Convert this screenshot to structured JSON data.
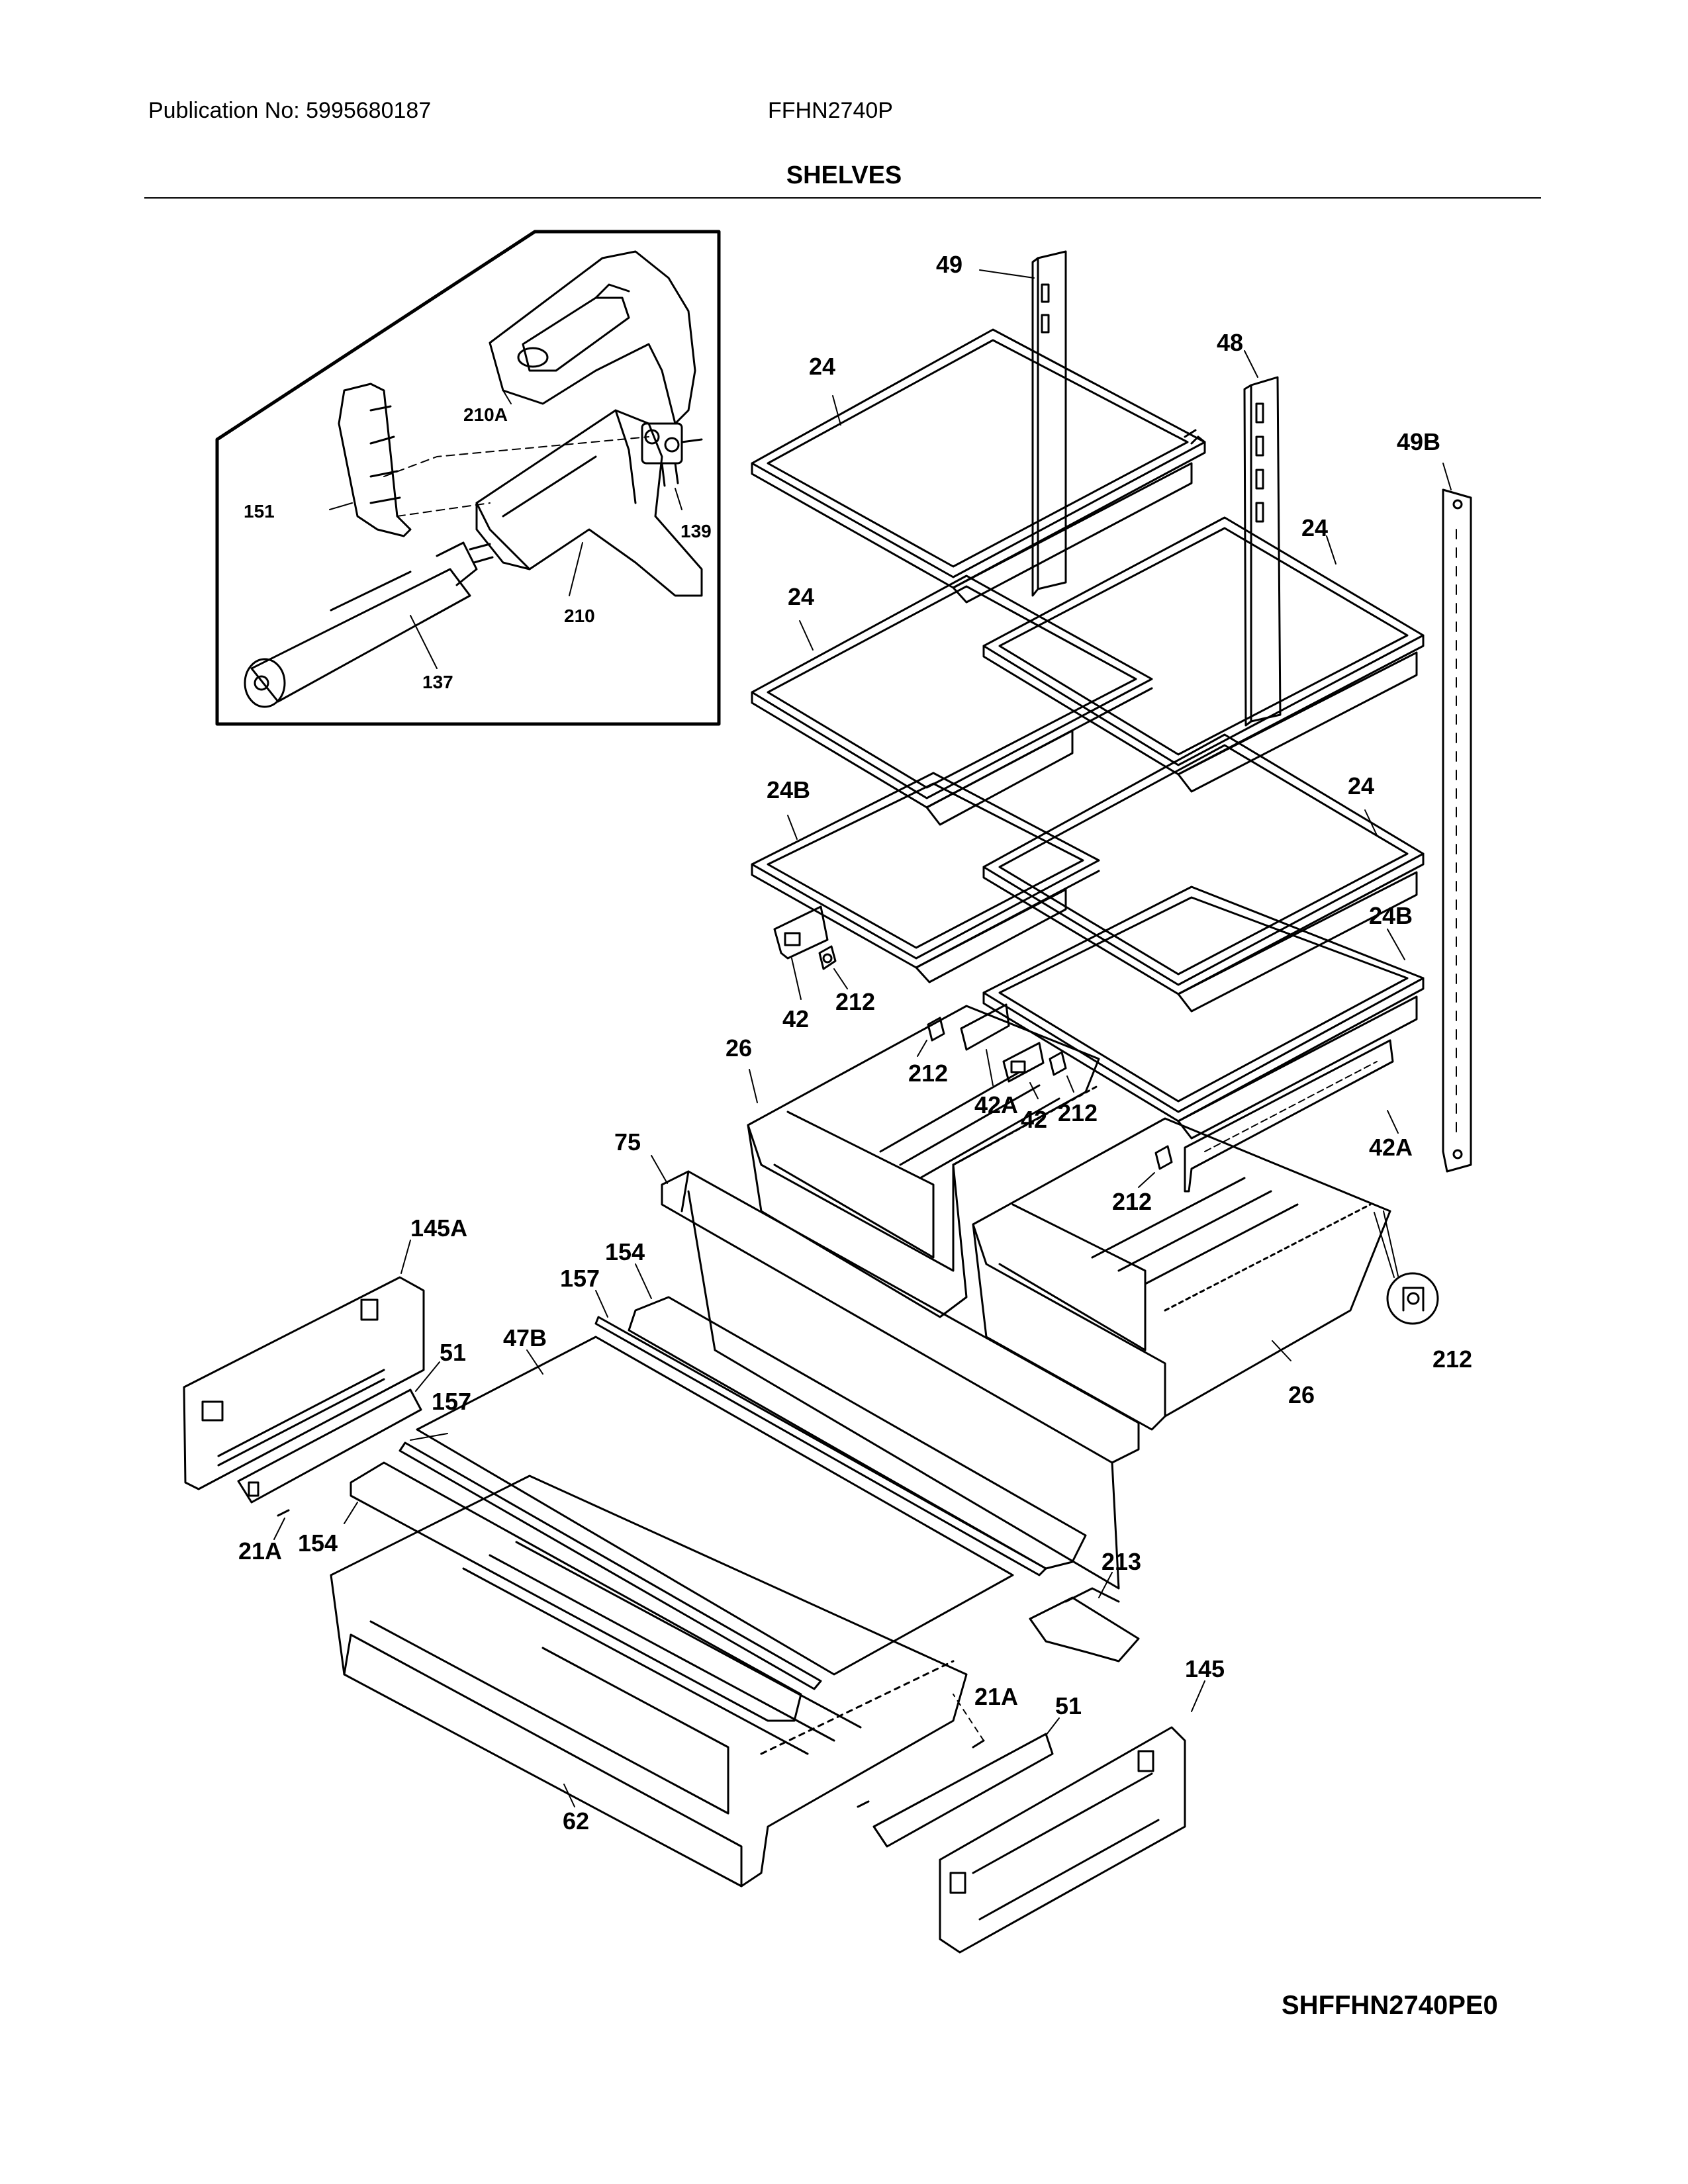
{
  "header": {
    "publication": "Publication No:  5995680187",
    "model": "FFHN2740P"
  },
  "title": "SHELVES",
  "diagram_code": "SHFFHN2740PE0",
  "parts": {
    "p49": "49",
    "p48": "48",
    "p49B": "49B",
    "p24_a": "24",
    "p24_b": "24",
    "p24_c": "24",
    "p24_d": "24",
    "p24B_a": "24B",
    "p24B_b": "24B",
    "p42": "42",
    "p212_a": "212",
    "p212_b": "212",
    "p212_c": "212",
    "p212_d": "212",
    "p212_e": "212",
    "p42A_a": "42A",
    "p42A_b": "42A",
    "p42_b": "42",
    "p26_a": "26",
    "p26_b": "26",
    "p75": "75",
    "p145A": "145A",
    "p154_a": "154",
    "p157_a": "157",
    "p47B": "47B",
    "p51_a": "51",
    "p157_b": "157",
    "p21A_a": "21A",
    "p154_b": "154",
    "p213": "213",
    "p21A_b": "21A",
    "p51_b": "51",
    "p145": "145",
    "p62": "62",
    "p210A": "210A",
    "p151": "151",
    "p139": "139",
    "p210": "210",
    "p137": "137"
  }
}
